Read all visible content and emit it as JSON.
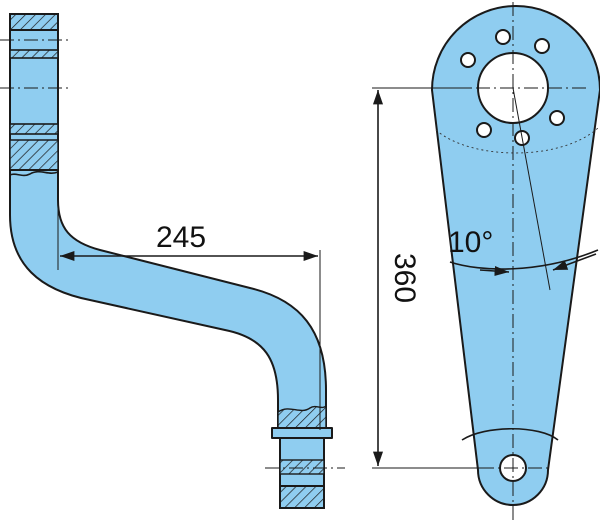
{
  "dimensions": {
    "horizontal_offset": "245",
    "center_distance": "360",
    "angle": "10°"
  },
  "colors": {
    "part_fill": "#8fcdf0",
    "outline": "#1a1a1a",
    "background": "#ffffff"
  }
}
